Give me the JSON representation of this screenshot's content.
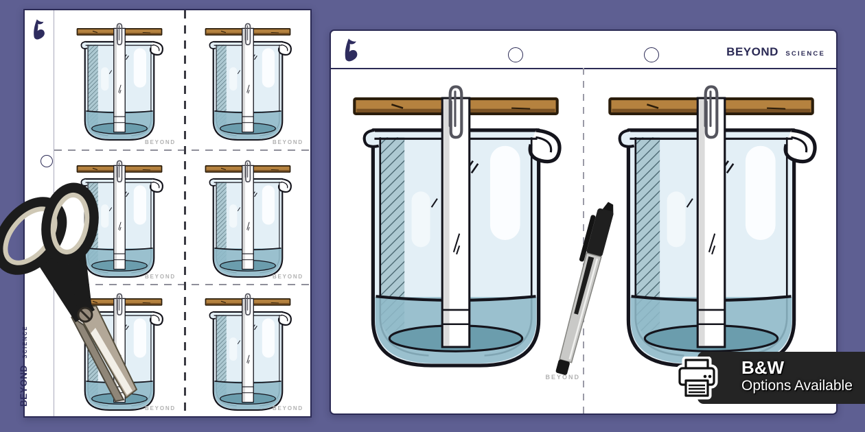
{
  "brand": {
    "name": "BEYOND",
    "sub": "SCIENCE"
  },
  "left_page": {
    "watermark": "BEYOND"
  },
  "right_page": {
    "watermark": "BEYOND"
  },
  "badge": {
    "title": "B&W",
    "subtitle": "Options Available"
  },
  "icons": {
    "logo": "beyond-b-logo",
    "badge": "printer-icon",
    "overlay_objects": [
      "scissors",
      "ballpoint-pen"
    ],
    "illustration": "beaker-with-filter-paper-strip"
  },
  "colors": {
    "background": "#5E5F92",
    "page_border_navy": "#2B2A55",
    "brand_navy": "#2E2C5E",
    "wood": "#B5823F",
    "water": "#8FBAC8",
    "water_deep": "#6B9DAD",
    "glass": "#E3EFF6",
    "badge_background": "#242424",
    "watermark_gray": "#B1B1B1"
  }
}
